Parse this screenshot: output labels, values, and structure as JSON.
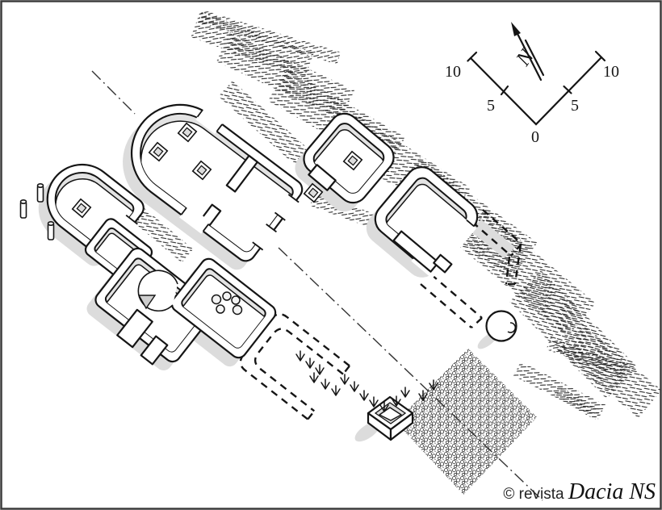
{
  "scale_bar": {
    "left_10": "10",
    "left_5": "5",
    "zero": "0",
    "right_5": "5",
    "right_10": "10"
  },
  "north_arrow": {
    "label": "N"
  },
  "credit": {
    "prefix": "© revista ",
    "name": "Dacia NS"
  },
  "colors": {
    "ink": "#151515",
    "shadow": "#dcdcdc",
    "wall_face": "#e3e3e3",
    "frame": "#3b3b3b",
    "background": "#ffffff"
  }
}
